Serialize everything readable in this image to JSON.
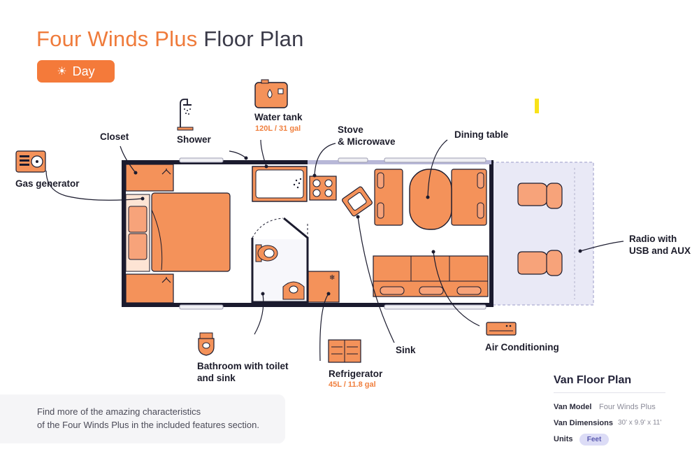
{
  "header": {
    "title_accent": "Four Winds Plus",
    "title_rest": "Floor Plan",
    "mode_button": "Day"
  },
  "labels": {
    "closet": "Closet",
    "shower": "Shower",
    "water_tank": "Water tank",
    "water_tank_capacity": "120L / 31 gal",
    "stove_line1": "Stove",
    "stove_line2": "& Microwave",
    "dining_table": "Dining table",
    "gas_generator": "Gas generator",
    "radio_line1": "Radio with",
    "radio_line2": "USB and AUX",
    "bathroom_line1": "Bathroom with toilet",
    "bathroom_line2": "and sink",
    "refrigerator": "Refrigerator",
    "refrigerator_capacity": "45L / 11.8 gal",
    "sink": "Sink",
    "air_conditioning": "Air Conditioning"
  },
  "info": {
    "line1": "Find more of the amazing characteristics",
    "line2": "of the Four Winds Plus in the included features section."
  },
  "specs": {
    "title": "Van Floor Plan",
    "model_label": "Van Model",
    "model_value": "Four Winds Plus",
    "dimensions_label": "Van Dimensions",
    "dimensions_value": "30' x 9.9' x 11'",
    "units_label": "Units",
    "units_value": "Feet"
  },
  "colors": {
    "accent": "#ef7b3b",
    "furniture": "#f4925a",
    "wall": "#1b1b2e",
    "cab": "#dcdcf2",
    "badge": "#dcdcf6"
  }
}
